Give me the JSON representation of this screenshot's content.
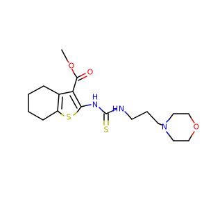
{
  "molecule": {
    "atom_labels": {
      "ester_o_single": "O",
      "ester_o_double": "O",
      "thiophene_s": "S",
      "nh_1": "H",
      "nh_1_n": "N",
      "nh_2": "H",
      "nh_2_n": "N",
      "thione_s": "S",
      "morpholine_n": "N",
      "morpholine_o": "O"
    },
    "colors": {
      "carbon": "#000000",
      "oxygen": "#ff0000",
      "nitrogen": "#0000ff",
      "sulfur": "#b8b000"
    }
  }
}
